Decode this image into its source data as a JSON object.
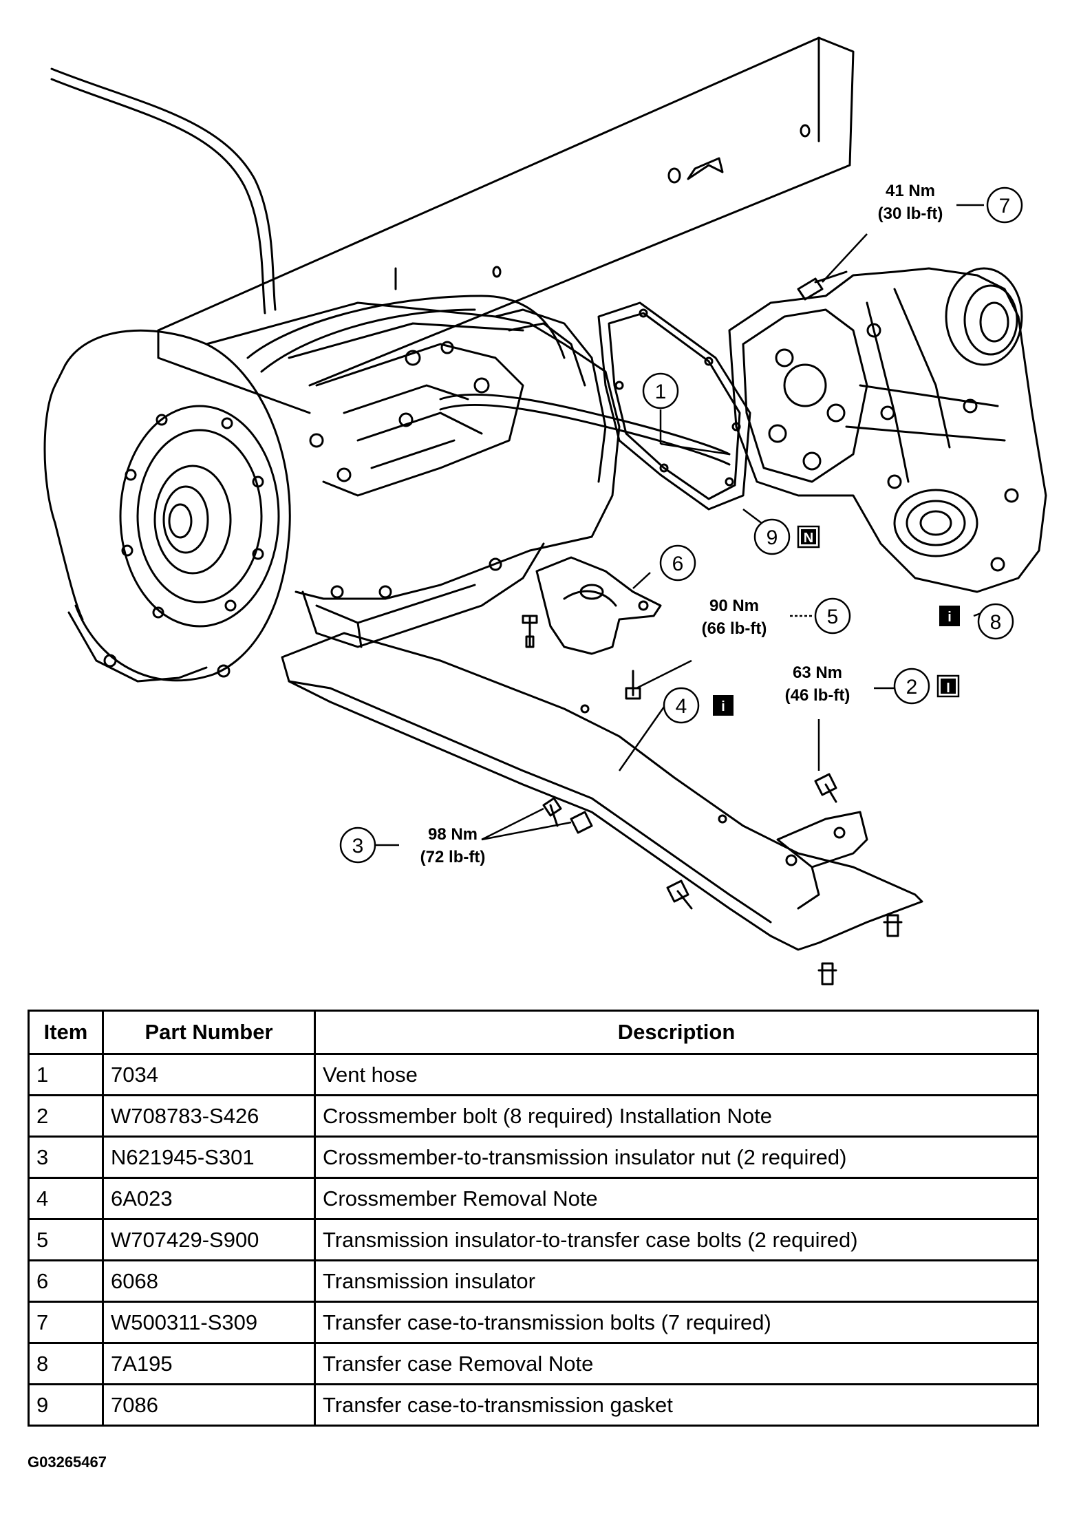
{
  "callouts": {
    "c7": {
      "item": "7",
      "torque_nm": "41 Nm",
      "torque_lbft": "(30 lb-ft)"
    },
    "c5": {
      "item": "5",
      "torque_nm": "90 Nm",
      "torque_lbft": "(66 lb-ft)"
    },
    "c2": {
      "item": "2",
      "torque_nm": "63 Nm",
      "torque_lbft": "(46 lb-ft)",
      "badge": "I"
    },
    "c3": {
      "item": "3",
      "torque_nm": "98 Nm",
      "torque_lbft": "(72 lb-ft)"
    },
    "c1": {
      "item": "1"
    },
    "c6": {
      "item": "6"
    },
    "c4": {
      "item": "4",
      "badge": "i"
    },
    "c8": {
      "item": "8",
      "badge": "i"
    },
    "c9": {
      "item": "9",
      "badge": "N"
    }
  },
  "table": {
    "headers": {
      "item": "Item",
      "part_number": "Part Number",
      "description": "Description"
    },
    "rows": [
      {
        "item": "1",
        "part_number": "7034",
        "description": "Vent hose"
      },
      {
        "item": "2",
        "part_number": "W708783-S426",
        "description": "Crossmember bolt (8 required) Installation Note"
      },
      {
        "item": "3",
        "part_number": "N621945-S301",
        "description": "Crossmember-to-transmission insulator nut (2 required)"
      },
      {
        "item": "4",
        "part_number": "6A023",
        "description": "Crossmember Removal Note"
      },
      {
        "item": "5",
        "part_number": "W707429-S900",
        "description": "Transmission insulator-to-transfer case bolts (2 required)"
      },
      {
        "item": "6",
        "part_number": "6068",
        "description": "Transmission insulator"
      },
      {
        "item": "7",
        "part_number": "W500311-S309",
        "description": "Transfer case-to-transmission bolts (7 required)"
      },
      {
        "item": "8",
        "part_number": "7A195",
        "description": "Transfer case Removal Note"
      },
      {
        "item": "9",
        "part_number": "7086",
        "description": "Transfer case-to-transmission gasket"
      }
    ]
  },
  "figure_id": "G03265467"
}
